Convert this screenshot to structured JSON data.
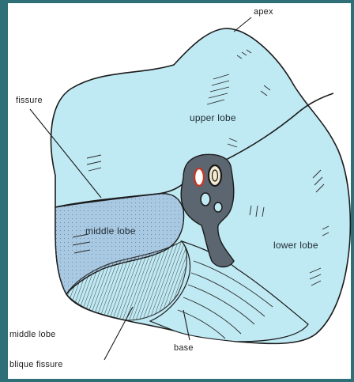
{
  "labels": {
    "apex": "apex",
    "fissure": "fissure",
    "upper_lobe": "upper lobe",
    "middle_lobe": "middle lobe",
    "lower_lobe": "lower lobe",
    "middle_lobe_bottom": "middle lobe",
    "base": "base",
    "oblique_fissure": "blique fissure"
  },
  "colors": {
    "lobe_fill": "#bfe9f3",
    "middle_lobe_fill": "#a9c9e2",
    "hilum_fill": "#5c6670",
    "outline": "#1b1b1b",
    "frame": "#2f6f78",
    "artery": "#c0392b"
  }
}
